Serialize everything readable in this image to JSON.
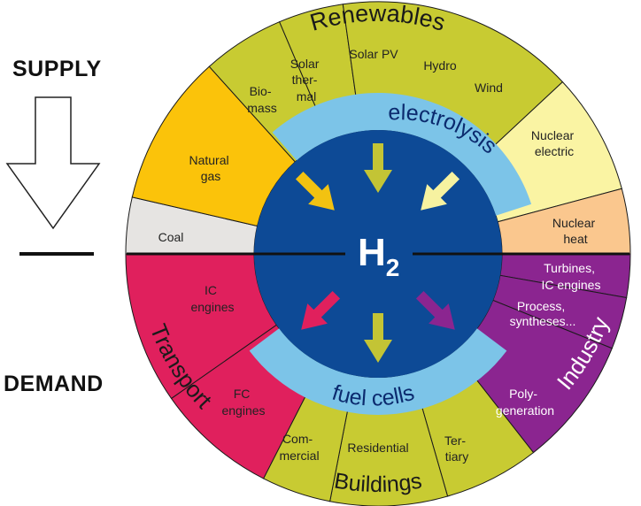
{
  "side_labels": {
    "supply": "SUPPLY",
    "demand": "DEMAND"
  },
  "center": {
    "label": "H",
    "subscript": "2"
  },
  "rings": {
    "top": "electrolysis",
    "bottom": "fuel cells"
  },
  "groups": {
    "renewables": "Renewables",
    "transport": "Transport",
    "buildings": "Buildings",
    "industry": "Industry"
  },
  "segments": {
    "coal": [
      "Coal"
    ],
    "natural_gas": [
      "Natural",
      "gas"
    ],
    "biomass": [
      "Bio-",
      "mass"
    ],
    "solar_thermal": [
      "Solar",
      "ther-",
      "mal"
    ],
    "solar_pv": [
      "Solar PV"
    ],
    "hydro": [
      "Hydro"
    ],
    "wind": [
      "Wind"
    ],
    "nuclear_electric": [
      "Nuclear",
      "electric"
    ],
    "nuclear_heat": [
      "Nuclear",
      "heat"
    ],
    "turbines": [
      "Turbines,",
      "IC engines"
    ],
    "process": [
      "Process,",
      "syntheses..."
    ],
    "polygeneration": [
      "Poly-",
      "generation"
    ],
    "tertiary": [
      "Ter-",
      "tiary"
    ],
    "residential": [
      "Residential"
    ],
    "commercial": [
      "Com-",
      "mercial"
    ],
    "fc_engines": [
      "FC",
      "engines"
    ],
    "ic_engines": [
      "IC",
      "engines"
    ]
  },
  "colors": {
    "renewables": "#c8cb32",
    "natural_gas": "#fbc30a",
    "coal": "#e6e4e2",
    "nuclear_electric": "#faf4a3",
    "nuclear_heat": "#fac78e",
    "industry": "#8b2590",
    "transport": "#e0205d",
    "buildings": "#c8cb32",
    "ring": "#7cc4e8",
    "core": "#0d4a96",
    "arrow_green": "#c3c435",
    "arrow_yellow": "#f2c211",
    "arrow_pale": "#f6f2a0",
    "arrow_pink": "#e0205d",
    "arrow_purple": "#8b2590"
  },
  "icons": {
    "supply_arrow": "down-arrow-outline-icon"
  }
}
